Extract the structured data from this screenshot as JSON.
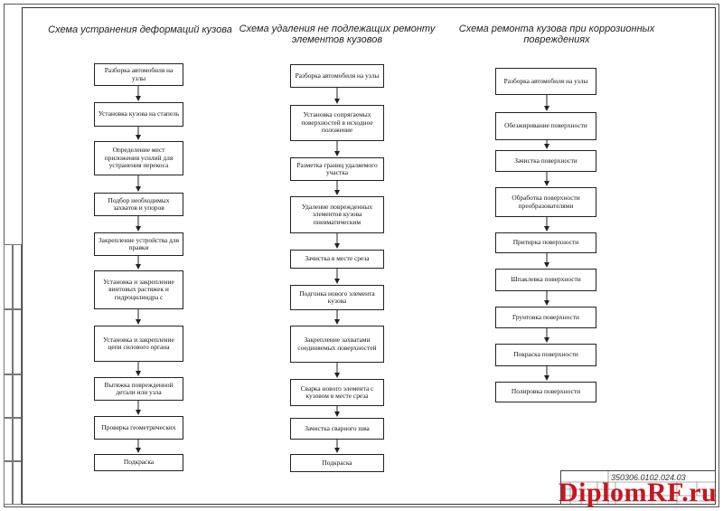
{
  "columns": [
    {
      "title": "Схема устранения деформаций кузова",
      "steps": [
        "Разборка автомобиля на узлы",
        "Установка кузова на стапель",
        "Определение мест приложения усилий для устранения перекоса",
        "Подбор необходимых захватов и упоров",
        "Закрепление устройства для правки",
        "Установка и закрепление винтовых растяжек и гидроцилиндра с",
        "Установка и закрепление цепи силового органа",
        "Вытяжка поврежденной детали или узла",
        "Проверка геометрических",
        "Подкраска"
      ]
    },
    {
      "title": "Схема удаления не подлежащих ремонту элементов кузовов",
      "steps": [
        "Разборка автомобиля на узлы",
        "Установка сопрягаемых поверхностей в исходное положение",
        "Разметка границ удаляемого участка",
        "Удаление поврежденных элементов кузова пневматическим",
        "Зачистка в месте среза",
        "Подгонка нового элемента кузова",
        "Закрепление захватами соединяемых поверхностей",
        "Сварка нового элемента с кузовом в месте среза",
        "Зачистка сварного шва",
        "Подкраска"
      ]
    },
    {
      "title": "Схема ремонта кузова при коррозионных повреждениях",
      "steps": [
        "Разборка автомобиля на узлы",
        "Обезжиривание поверхности",
        "Зачистка поверхности",
        "Обработка поверхности преобразователями",
        "Притирка поверхности",
        "Шпаклевка поверхности",
        "Грунтовка поверхности",
        "Покраска поверхности",
        "Полировка поверхности"
      ]
    }
  ],
  "stamp": {
    "code": "350306.0102.024.03"
  },
  "watermark": "DiplomRF.ru"
}
